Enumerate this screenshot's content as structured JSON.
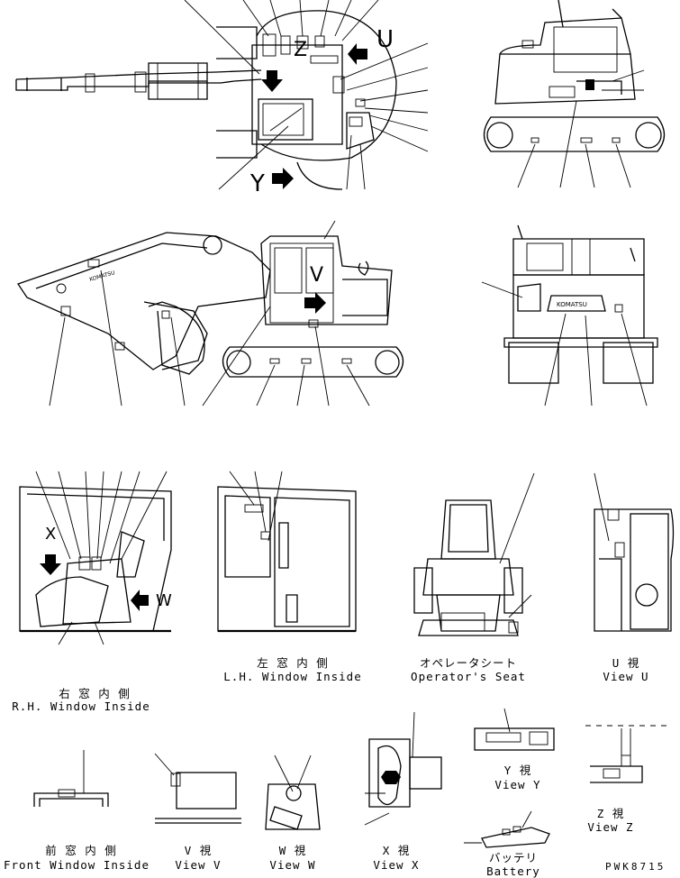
{
  "captions": {
    "rh_window_jp": "右 窓 内 側",
    "rh_window_en": "R.H. Window Inside",
    "lh_window_jp": "左 窓 内 側",
    "lh_window_en": "L.H. Window Inside",
    "seat_jp": "オペレータシート",
    "seat_en": "Operator's Seat",
    "view_u_jp": "U 視",
    "view_u_en": "View U",
    "front_window_jp": "前 窓 内 側",
    "front_window_en": "Front Window Inside",
    "view_v_jp": "V 視",
    "view_v_en": "View V",
    "view_w_jp": "W 視",
    "view_w_en": "View W",
    "view_x_jp": "X 視",
    "view_x_en": "View X",
    "view_y_jp": "Y 視",
    "view_y_en": "View Y",
    "view_z_jp": "Z 視",
    "view_z_en": "View Z",
    "battery_jp": "バッテリ",
    "battery_en": "Battery"
  },
  "view_letters": {
    "u": "U",
    "v": "V",
    "w": "W",
    "x": "X",
    "y": "Y",
    "z": "Z"
  },
  "brand_text": "KOMATSU",
  "drawing_code": "PWK8715"
}
